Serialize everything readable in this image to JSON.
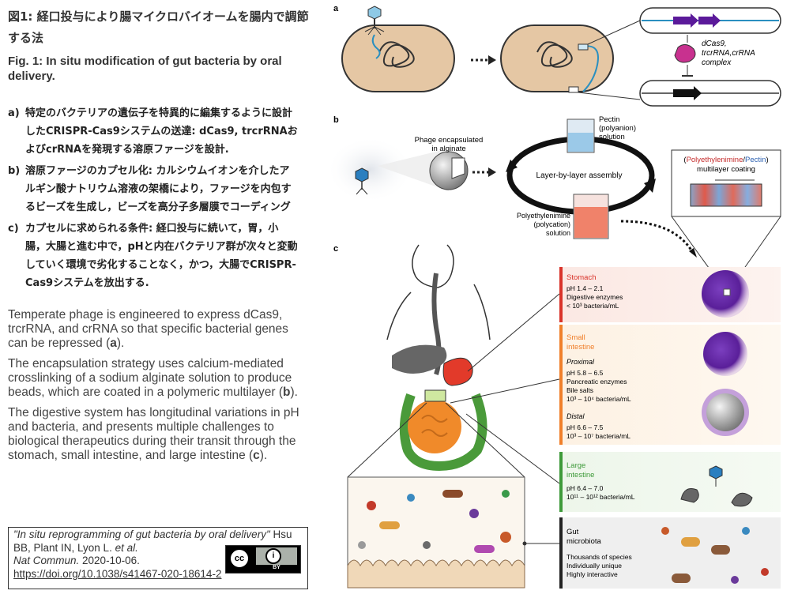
{
  "title_jp": "図1: 経口投与により腸マイクロバイオームを腸内で調節する法",
  "title_en": "Fig. 1: In situ modification of gut bacteria by oral delivery.",
  "steps": [
    {
      "label": "a)",
      "text": "特定のバクテリアの遺伝子を特異的に編集するように設計したCRISPR-Cas9システムの送達: dCas9, trcrRNAおよびcrRNAを発現する溶原ファージを設計."
    },
    {
      "label": "b)",
      "text": "溶原ファージのカプセル化: カルシウムイオンを介したアルギン酸ナトリウム溶液の架橋により，ファージを内包するビーズを生成し，ビーズを高分子多層膜でコーディング"
    },
    {
      "label": "c)",
      "text": "カプセルに求められる条件: 経口投与に続いて，胃，小腸，大腸と進む中で，pHと内在バクテリア群が次々と変動していく環境で劣化することなく，かつ，大腸でCRISPR-Cas9システムを放出する."
    }
  ],
  "paragraphs": [
    {
      "pre": "Temperate phage is engineered to express dCas9, trcrRNA, and crRNA so that specific bacterial genes can be repressed (",
      "ref": "a",
      "post": ")."
    },
    {
      "pre": "The encapsulation strategy uses calcium-mediated crosslinking of a sodium alginate solution to produce beads, which are coated in a polymeric multilayer (",
      "ref": "b",
      "post": ")."
    },
    {
      "pre": "The digestive system has longitudinal variations in pH and bacteria, and presents multiple challenges to biological therapeutics during their transit through the stomach, small intestine, and large intestine (",
      "ref": "c",
      "post": ")."
    }
  ],
  "citation": {
    "title": "\"In situ reprogramming of gut bacteria by oral delivery\"",
    "authors_pre": "Hsu BB, Plant IN, Lyon L. ",
    "et_al": "et al.",
    "journal": "Nat Commun.",
    "date": " 2020-10-06.",
    "doi": "https://doi.org/10.1038/s41467-020-18614-2",
    "license": {
      "cc": "cc",
      "by": "BY"
    }
  },
  "figure": {
    "panel_a": {
      "label": "a",
      "complex_lines": [
        "dCas9,",
        "trcrRNA,crRNA",
        "complex"
      ]
    },
    "panel_b": {
      "label": "b",
      "phage_label": [
        "Phage encapsulated",
        "in alginate"
      ],
      "pectin_label": [
        "Pectin",
        "(polyanion)",
        "solution"
      ],
      "assembly": "Layer-by-layer assembly",
      "pei_label": [
        "Polyethylenimine",
        "(polycation)",
        "solution"
      ],
      "coating_title": {
        "a": "(",
        "pei": "Polyethylenimine",
        "slash": "/",
        "pectin": "Pectin",
        "b": ")"
      },
      "coating_sub": "multilayer coating"
    },
    "panel_c": {
      "label": "c",
      "stomach": {
        "name": "Stomach",
        "ph": "pH 1.4 – 2.1",
        "lines": [
          "Digestive enzymes",
          "< 10³ bacteria/mL"
        ]
      },
      "small": {
        "name": [
          "Small",
          "intestine"
        ],
        "proximal": "Proximal",
        "prox_lines": [
          "pH 5.8 – 6.5",
          "Pancreatic enzymes",
          "Bile salts",
          "10³ – 10⁴ bacteria/mL"
        ],
        "distal": "Distal",
        "dist_lines": [
          "pH 6.6 – 7.5",
          "10³ – 10⁷ bacteria/mL"
        ]
      },
      "large": {
        "name": [
          "Large",
          "intestine"
        ],
        "lines": [
          "pH 6.4 – 7.0",
          "10¹¹ – 10¹² bacteria/mL"
        ]
      },
      "gut": {
        "name": [
          "Gut",
          "microbiota"
        ],
        "lines": [
          "Thousands of species",
          "Individually unique",
          "Highly interactive"
        ]
      }
    },
    "colors": {
      "orange": "#f07f2a",
      "red": "#d9332a",
      "green": "#3e9a3a",
      "purple": "#6a2a9a",
      "pei_red": "#c42a2a",
      "pectin_blue": "#2a5fb0"
    }
  }
}
